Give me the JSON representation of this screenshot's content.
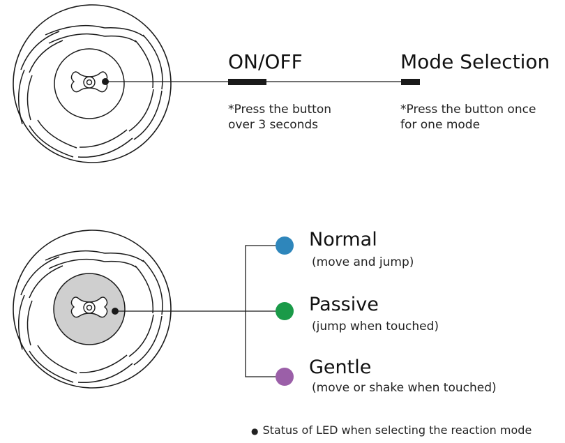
{
  "top": {
    "onoff": {
      "label": "ON/OFF",
      "note_line1": "*Press the button",
      "note_line2": "over 3 seconds"
    },
    "mode_selection": {
      "label": "Mode Selection",
      "note_line1": "*Press the button once",
      "note_line2": "for one mode"
    }
  },
  "modes": [
    {
      "label": "Normal",
      "description": "(move and jump)",
      "color": "#2e86bb"
    },
    {
      "label": "Passive",
      "description": "(jump when touched)",
      "color": "#1a9a48"
    },
    {
      "label": "Gentle",
      "description": "(move or shake when touched)",
      "color": "#9b5fa8"
    }
  ],
  "footer": {
    "bullet": "●",
    "text": "Status of LED when selecting the reaction mode"
  },
  "colors": {
    "line": "#1a1a1a",
    "button_face_active": "#cfcfcf"
  }
}
